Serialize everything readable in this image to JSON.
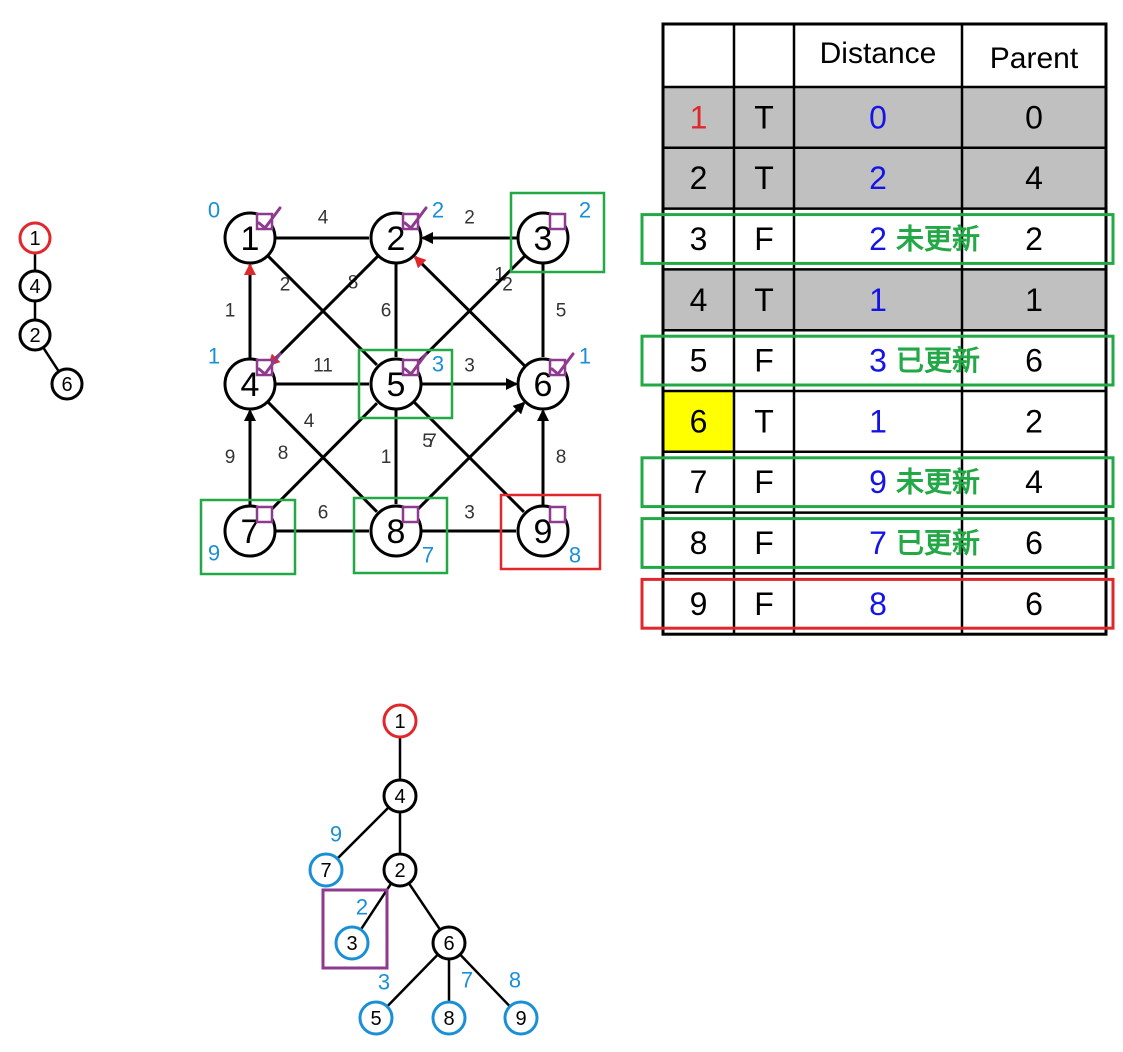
{
  "colors": {
    "red": "#e0282c",
    "green": "#22a845",
    "blue_label": "#1a8fd6",
    "distance_blue": "#1414e6",
    "purple": "#8e3a8e",
    "yellow": "#ffff00",
    "visited_gray": "#c0c0c0"
  },
  "graph": {
    "nodes": [
      {
        "id": "1",
        "label": "1",
        "dist": "0",
        "ring": "red",
        "fill": "white",
        "checked": true
      },
      {
        "id": "2",
        "label": "2",
        "dist": "2",
        "ring": "black",
        "fill": "white",
        "checked": true
      },
      {
        "id": "3",
        "label": "3",
        "dist": "2",
        "ring": "black",
        "fill": "white",
        "checked": false,
        "box": "green"
      },
      {
        "id": "4",
        "label": "4",
        "dist": "1",
        "ring": "black",
        "fill": "white",
        "checked": true
      },
      {
        "id": "5",
        "label": "5",
        "dist": "3",
        "ring": "black",
        "fill": "white",
        "checked": true,
        "box": "green"
      },
      {
        "id": "6",
        "label": "6",
        "dist": "1",
        "ring": "black",
        "fill": "yellow",
        "checked": true
      },
      {
        "id": "7",
        "label": "7",
        "dist": "9",
        "ring": "black",
        "fill": "white",
        "checked": false,
        "box": "green"
      },
      {
        "id": "8",
        "label": "8",
        "dist": "7",
        "ring": "black",
        "fill": "white",
        "checked": false,
        "box": "green"
      },
      {
        "id": "9",
        "label": "9",
        "dist": "8",
        "ring": "black",
        "fill": "white",
        "checked": false,
        "box": "red"
      }
    ],
    "edges": [
      {
        "from": "1",
        "to": "2",
        "weight": "4",
        "style": "plain"
      },
      {
        "from": "3",
        "to": "2",
        "weight": "2",
        "style": "arrow"
      },
      {
        "from": "4",
        "to": "1",
        "weight": "1",
        "style": "red-arrow"
      },
      {
        "from": "1",
        "to": "5",
        "weight": "8",
        "style": "plain"
      },
      {
        "from": "2",
        "to": "4",
        "weight": "2",
        "style": "red-arrow"
      },
      {
        "from": "2",
        "to": "5",
        "weight": "6",
        "style": "plain"
      },
      {
        "from": "6",
        "to": "2",
        "weight": "1",
        "style": "red-arrow"
      },
      {
        "from": "3",
        "to": "5",
        "weight": "2",
        "style": "plain"
      },
      {
        "from": "3",
        "to": "6",
        "weight": "5",
        "style": "plain"
      },
      {
        "from": "4",
        "to": "5",
        "weight": "11",
        "style": "plain"
      },
      {
        "from": "5",
        "to": "6",
        "weight": "3",
        "style": "arrow"
      },
      {
        "from": "7",
        "to": "4",
        "weight": "9",
        "style": "arrow"
      },
      {
        "from": "4",
        "to": "8",
        "weight": "8",
        "style": "plain"
      },
      {
        "from": "7",
        "to": "5",
        "weight": "4",
        "style": "plain"
      },
      {
        "from": "5",
        "to": "8",
        "weight": "1",
        "style": "plain"
      },
      {
        "from": "5",
        "to": "9",
        "weight": "5",
        "style": "plain"
      },
      {
        "from": "8",
        "to": "6",
        "weight": "7",
        "style": "arrow"
      },
      {
        "from": "9",
        "to": "6",
        "weight": "8",
        "style": "arrow"
      },
      {
        "from": "7",
        "to": "8",
        "weight": "6",
        "style": "plain"
      },
      {
        "from": "8",
        "to": "9",
        "weight": "3",
        "style": "plain"
      }
    ]
  },
  "small_tree": {
    "nodes": [
      {
        "id": "1",
        "label": "1",
        "ring": "red"
      },
      {
        "id": "4",
        "label": "4",
        "ring": "black"
      },
      {
        "id": "2",
        "label": "2",
        "ring": "black"
      },
      {
        "id": "6",
        "label": "6",
        "ring": "black"
      }
    ],
    "edges": [
      [
        "1",
        "4"
      ],
      [
        "4",
        "2"
      ],
      [
        "2",
        "6"
      ]
    ]
  },
  "big_tree": {
    "nodes": [
      {
        "id": "1",
        "label": "1",
        "ring": "red",
        "dist": ""
      },
      {
        "id": "4",
        "label": "4",
        "ring": "black",
        "dist": ""
      },
      {
        "id": "7",
        "label": "7",
        "ring": "blue",
        "dist": "9"
      },
      {
        "id": "2",
        "label": "2",
        "ring": "black",
        "dist": ""
      },
      {
        "id": "3",
        "label": "3",
        "ring": "blue",
        "dist": "2"
      },
      {
        "id": "6",
        "label": "6",
        "ring": "black",
        "dist": ""
      },
      {
        "id": "5",
        "label": "5",
        "ring": "blue",
        "dist": "3"
      },
      {
        "id": "8",
        "label": "8",
        "ring": "blue",
        "dist": "7"
      },
      {
        "id": "9",
        "label": "9",
        "ring": "blue",
        "dist": "8"
      }
    ],
    "edges": [
      [
        "1",
        "4"
      ],
      [
        "4",
        "7"
      ],
      [
        "4",
        "2"
      ],
      [
        "2",
        "3"
      ],
      [
        "2",
        "6"
      ],
      [
        "6",
        "5"
      ],
      [
        "6",
        "8"
      ],
      [
        "6",
        "9"
      ]
    ],
    "highlight_box": "3"
  },
  "table": {
    "headers": [
      "",
      "",
      "Distance",
      "Parent"
    ],
    "rows": [
      {
        "vertex": "1",
        "known": "T",
        "distance": "0",
        "note": "",
        "parent": "0",
        "shade": "gray",
        "vertex_color": "red",
        "frame": ""
      },
      {
        "vertex": "2",
        "known": "T",
        "distance": "2",
        "note": "",
        "parent": "4",
        "shade": "gray",
        "vertex_color": "black",
        "frame": ""
      },
      {
        "vertex": "3",
        "known": "F",
        "distance": "2",
        "note": "未更新",
        "parent": "2",
        "shade": "white",
        "vertex_color": "black",
        "frame": "green"
      },
      {
        "vertex": "4",
        "known": "T",
        "distance": "1",
        "note": "",
        "parent": "1",
        "shade": "gray",
        "vertex_color": "black",
        "frame": ""
      },
      {
        "vertex": "5",
        "known": "F",
        "distance": "3",
        "note": "已更新",
        "parent": "6",
        "shade": "white",
        "vertex_color": "black",
        "frame": "green"
      },
      {
        "vertex": "6",
        "known": "T",
        "distance": "1",
        "note": "",
        "parent": "2",
        "shade": "yellow-vertex",
        "vertex_color": "black",
        "frame": ""
      },
      {
        "vertex": "7",
        "known": "F",
        "distance": "9",
        "note": "未更新",
        "parent": "4",
        "shade": "white",
        "vertex_color": "black",
        "frame": "green"
      },
      {
        "vertex": "8",
        "known": "F",
        "distance": "7",
        "note": "已更新",
        "parent": "6",
        "shade": "white",
        "vertex_color": "black",
        "frame": "green"
      },
      {
        "vertex": "9",
        "known": "F",
        "distance": "8",
        "note": "",
        "parent": "6",
        "shade": "white",
        "vertex_color": "black",
        "frame": "red"
      }
    ]
  }
}
